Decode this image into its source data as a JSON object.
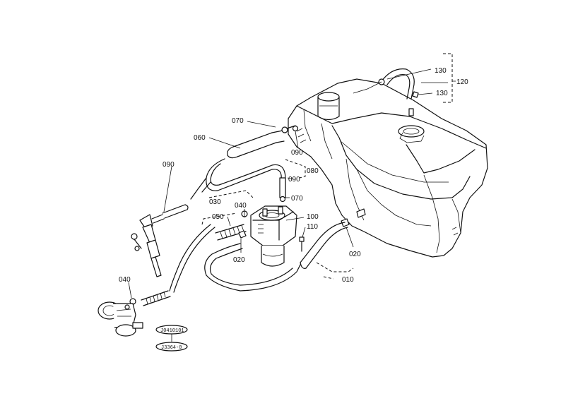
{
  "labels": {
    "l130a": "130",
    "l120": "120",
    "l130b": "130",
    "l070a": "070",
    "l060": "060",
    "l090a": "090",
    "l080": "080",
    "l090b": "090",
    "l090c": "090",
    "l070b": "070",
    "l030": "030",
    "l040a": "040",
    "l050": "050",
    "l100": "100",
    "l110": "110",
    "l020a": "020",
    "l020b": "020",
    "l010": "010",
    "l040b": "040"
  },
  "stamps": {
    "top": "J0410101",
    "bottom": "J3364-0"
  }
}
